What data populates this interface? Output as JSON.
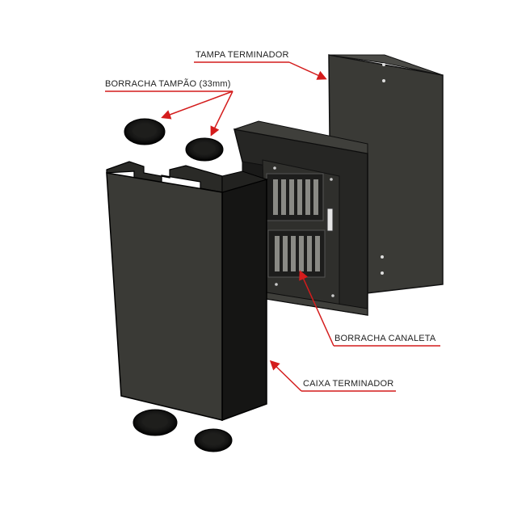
{
  "labels": {
    "tampa_terminador": "TAMPA TERMINADOR",
    "borracha_tampao": "BORRACHA TAMPÃO (33mm)",
    "borracha_canaleta": "BORRACHA CANALETA",
    "caixa_terminador": "CAIXA TERMINADOR"
  },
  "colors": {
    "background": "#ffffff",
    "body_dark": "#1c1c1a",
    "body_mid": "#2b2b28",
    "face_front": "#3a3a36",
    "edge_light": "#5a5a55",
    "arrow": "#d41c1c",
    "text": "#222222"
  }
}
